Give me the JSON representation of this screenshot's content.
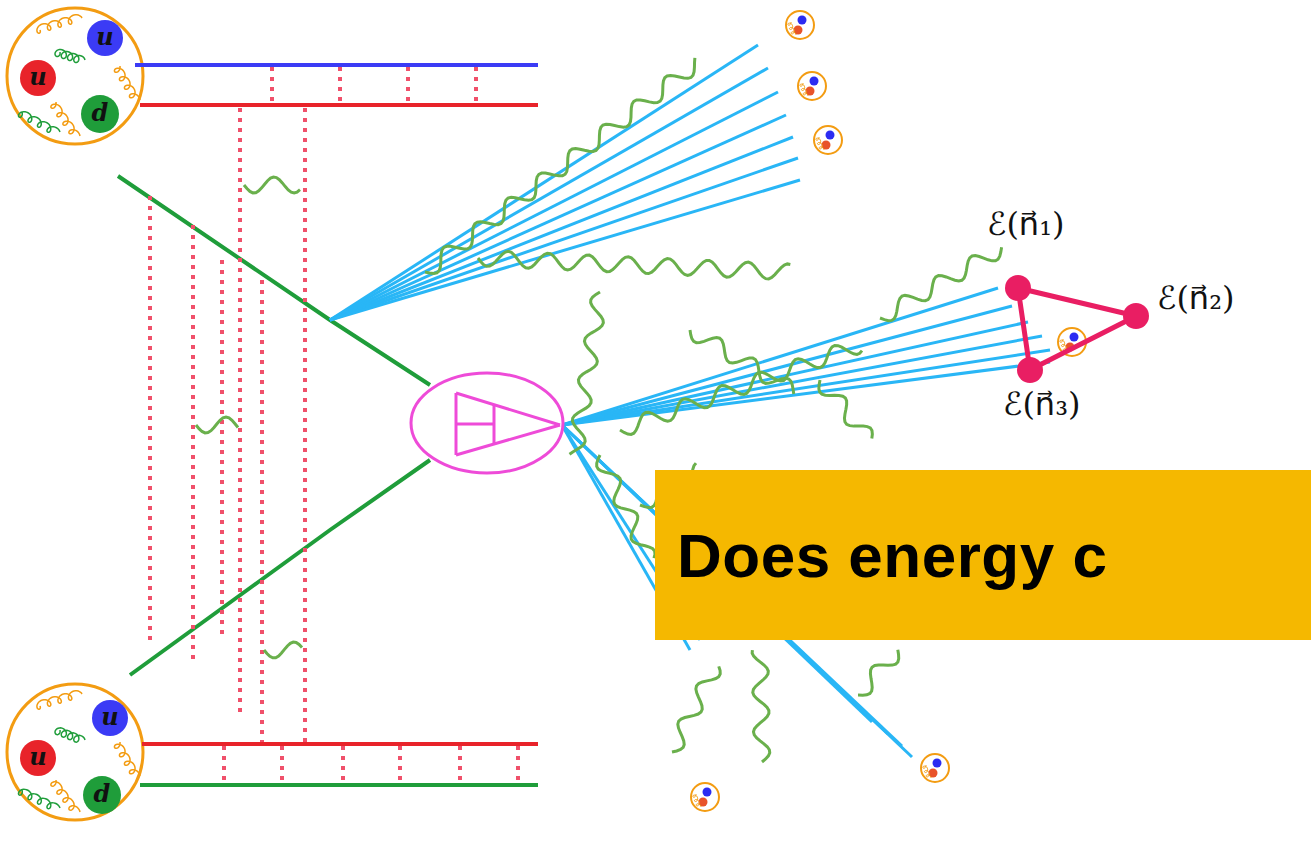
{
  "diagram": {
    "nodes": [
      {
        "text": [
          "u"
        ]
      },
      {
        "text": [
          "u"
        ]
      },
      {
        "text": [
          "d"
        ]
      },
      {
        "text": [
          "ℰ(n⃗₁)"
        ]
      },
      {
        "text": [
          "ℰ(n⃗₂)"
        ]
      },
      {
        "text": [
          "ℰ(n⃗₃)"
        ]
      },
      {
        "text": [
          "Does energy c"
        ]
      },
      {
        "text": [
          "u"
        ]
      },
      {
        "text": [
          "u"
        ]
      },
      {
        "text": [
          "d"
        ]
      }
    ],
    "edges": [
      {
        "from": 3,
        "to": 4,
        "arrow": "none"
      },
      {
        "from": 4,
        "to": 5,
        "arrow": "none"
      },
      {
        "from": 5,
        "to": 3,
        "arrow": "none"
      }
    ]
  }
}
